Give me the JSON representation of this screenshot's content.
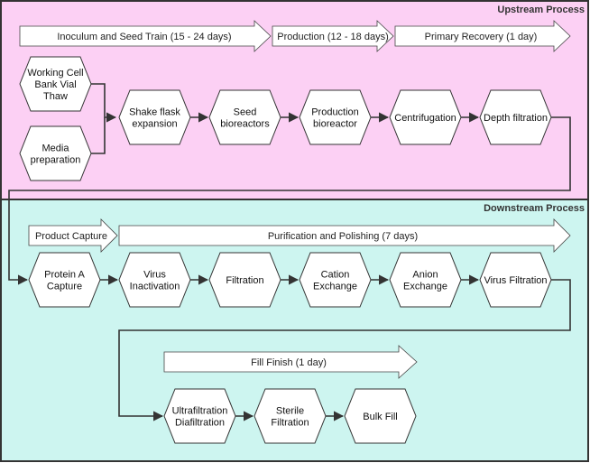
{
  "colors": {
    "upstream_bg": "#fcd0f4",
    "downstream_bg": "#cdf5f0",
    "border": "#333333",
    "shape_fill": "#ffffff",
    "connector": "#333333"
  },
  "regions": {
    "upstream": {
      "title": "Upstream Process"
    },
    "downstream": {
      "title": "Downstream Process"
    }
  },
  "phases": {
    "inoculum": "Inoculum and Seed Train (15 - 24 days)",
    "production": "Production (12 - 18 days)",
    "primary_recovery": "Primary Recovery (1 day)",
    "product_capture": "Product Capture",
    "purification": "Purification and Polishing (7 days)",
    "fill_finish": "Fill Finish (1 day)"
  },
  "steps": {
    "working_cell_bank": [
      "Working Cell",
      "Bank Vial",
      "Thaw"
    ],
    "media_prep": [
      "Media",
      "preparation"
    ],
    "shake_flask": [
      "Shake flask",
      "expansion"
    ],
    "seed_bioreactors": [
      "Seed",
      "bioreactors"
    ],
    "production_bioreactor": [
      "Production",
      "bioreactor"
    ],
    "centrifugation": [
      "Centrifugation"
    ],
    "depth_filtration": [
      "Depth filtration"
    ],
    "protein_a": [
      "Protein A",
      "Capture"
    ],
    "virus_inactivation": [
      "Virus",
      "Inactivation"
    ],
    "filtration": [
      "Filtration"
    ],
    "cation_exchange": [
      "Cation",
      "Exchange"
    ],
    "anion_exchange": [
      "Anion",
      "Exchange"
    ],
    "virus_filtration": [
      "Virus Filtration"
    ],
    "ultrafiltration": [
      "Ultrafiltration",
      "Diafiltration"
    ],
    "sterile_filtration": [
      "Sterile",
      "Filtration"
    ],
    "bulk_fill": [
      "Bulk Fill"
    ]
  }
}
